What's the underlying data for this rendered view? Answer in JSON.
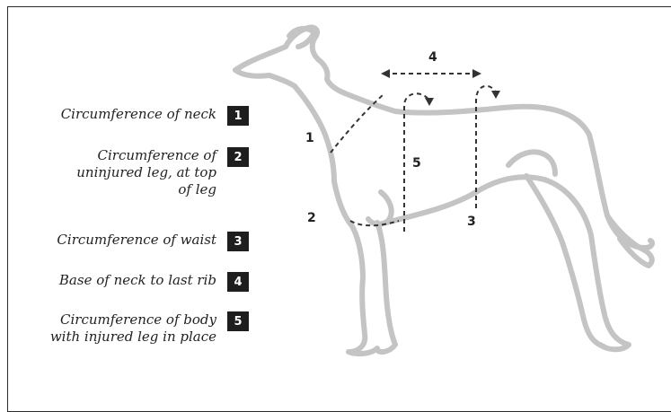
{
  "legend": {
    "items": [
      {
        "num": "1",
        "text": "Circumference of neck"
      },
      {
        "num": "2",
        "text": "Circumference of\nuninjured leg, at top\nof leg"
      },
      {
        "num": "3",
        "text": "Circumference of waist"
      },
      {
        "num": "4",
        "text": "Base of neck to last rib"
      },
      {
        "num": "5",
        "text": "Circumference of body\nwith injured leg in place"
      }
    ]
  },
  "diagram": {
    "labels": {
      "m1": "1",
      "m2": "2",
      "m3": "3",
      "m4": "4",
      "m5": "5"
    }
  }
}
